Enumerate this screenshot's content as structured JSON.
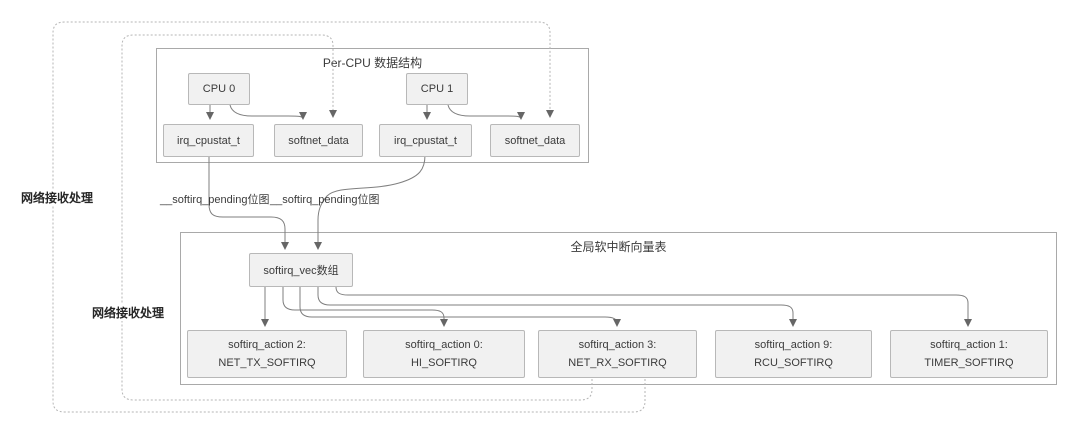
{
  "diagram": {
    "per_cpu": {
      "title": "Per-CPU 数据结构",
      "cpu0": {
        "label": "CPU 0",
        "irq": "irq_cpustat_t",
        "softnet": "softnet_data"
      },
      "cpu1": {
        "label": "CPU 1",
        "irq": "irq_cpustat_t",
        "softnet": "softnet_data"
      }
    },
    "global_table": {
      "title": "全局软中断向量表",
      "vec": "softirq_vec数组",
      "actions": [
        {
          "index": "softirq_action 2:",
          "name": "NET_TX_SOFTIRQ"
        },
        {
          "index": "softirq_action 0:",
          "name": "HI_SOFTIRQ"
        },
        {
          "index": "softirq_action 3:",
          "name": "NET_RX_SOFTIRQ"
        },
        {
          "index": "softirq_action 9:",
          "name": "RCU_SOFTIRQ"
        },
        {
          "index": "softirq_action 1:",
          "name": "TIMER_SOFTIRQ"
        }
      ]
    },
    "edge_labels": {
      "pending_left": "__softirq_pending位图",
      "pending_right": "__softirq_pending位图",
      "net_recv_outer": "网络接收处理",
      "net_recv_inner": "网络接收处理"
    },
    "colors": {
      "background": "#ffffff",
      "node_fill": "#f1f1f1",
      "node_border": "#b8b8b8",
      "container_border": "#a9a9a9",
      "text": "#3b3b3b",
      "edge": "#7f7f7f",
      "dotted_edge": "#b5b5b5",
      "edge_label": "#262626"
    }
  }
}
